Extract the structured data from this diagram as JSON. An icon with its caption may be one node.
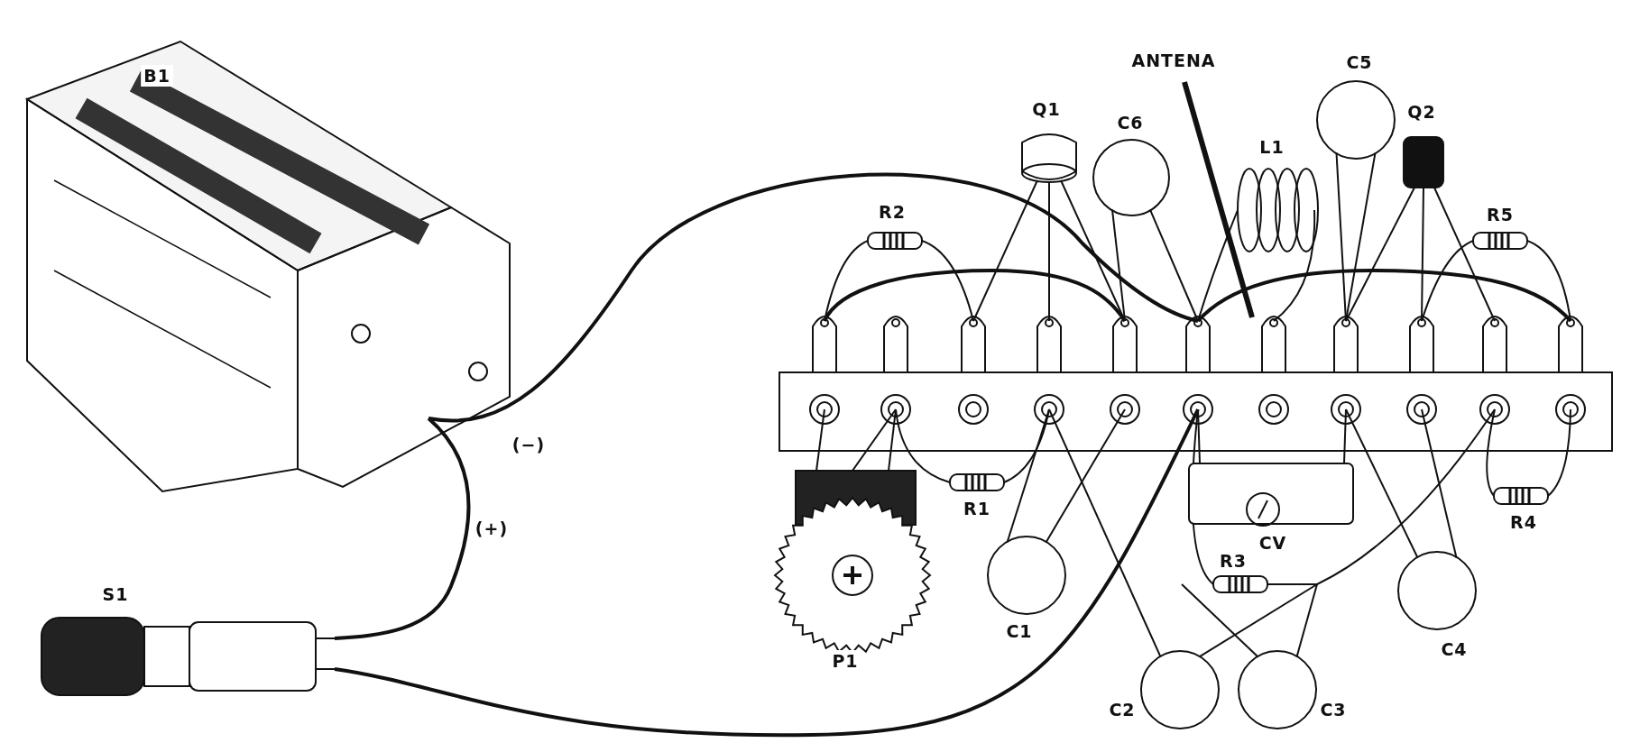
{
  "diagram": {
    "labels": [
      "B1",
      "ANTENA",
      "C5",
      "Q1",
      "Q2",
      "C6",
      "L1",
      "R2",
      "R5",
      "(−)",
      "(+)",
      "R1",
      "R4",
      "CV",
      "R3",
      "S1",
      "C1",
      "C4",
      "P1",
      "C2",
      "C3"
    ]
  }
}
